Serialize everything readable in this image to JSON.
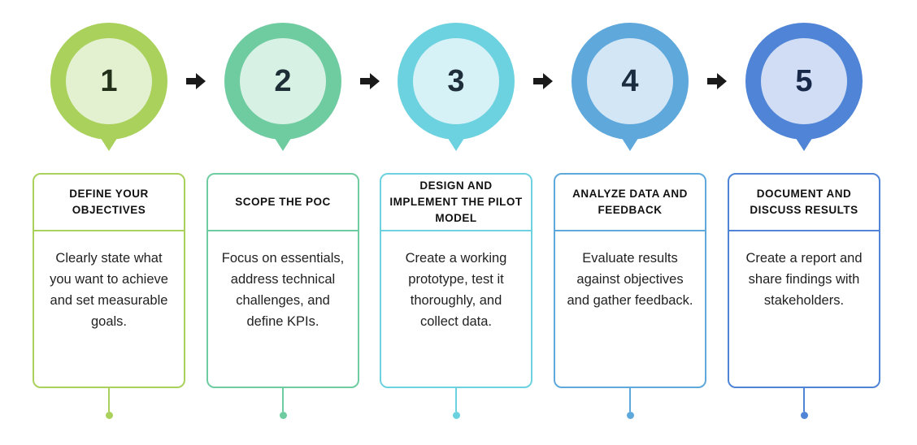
{
  "steps": [
    {
      "number": "1",
      "title": "DEFINE YOUR OBJECTIVES",
      "text": "Clearly state what you want to achieve and set measurable goals.",
      "color": "#a9d15c",
      "inner": "#e4f1d1",
      "numColor": "#22301a"
    },
    {
      "number": "2",
      "title": "SCOPE THE POC",
      "text": "Focus on essentials, address technical challenges, and define KPIs.",
      "color": "#6fcca0",
      "inner": "#d8f1e5",
      "numColor": "#1e2e36"
    },
    {
      "number": "3",
      "title": "DESIGN AND IMPLEMENT THE PILOT MODEL",
      "text": "Create a working prototype, test it thoroughly, and collect data.",
      "color": "#6dd2e0",
      "inner": "#d6f2f7",
      "numColor": "#1e2e3a"
    },
    {
      "number": "4",
      "title": "ANALYZE DATA AND FEEDBACK",
      "text": "Evaluate results against objectives and gather feedback.",
      "color": "#5fa8dc",
      "inner": "#d3e6f6",
      "numColor": "#1b2c40"
    },
    {
      "number": "5",
      "title": "DOCUMENT AND DISCUSS RESULTS",
      "text": "Create a report and share findings with stakeholders.",
      "color": "#4f84d6",
      "inner": "#d0ddf5",
      "numColor": "#182848"
    }
  ]
}
